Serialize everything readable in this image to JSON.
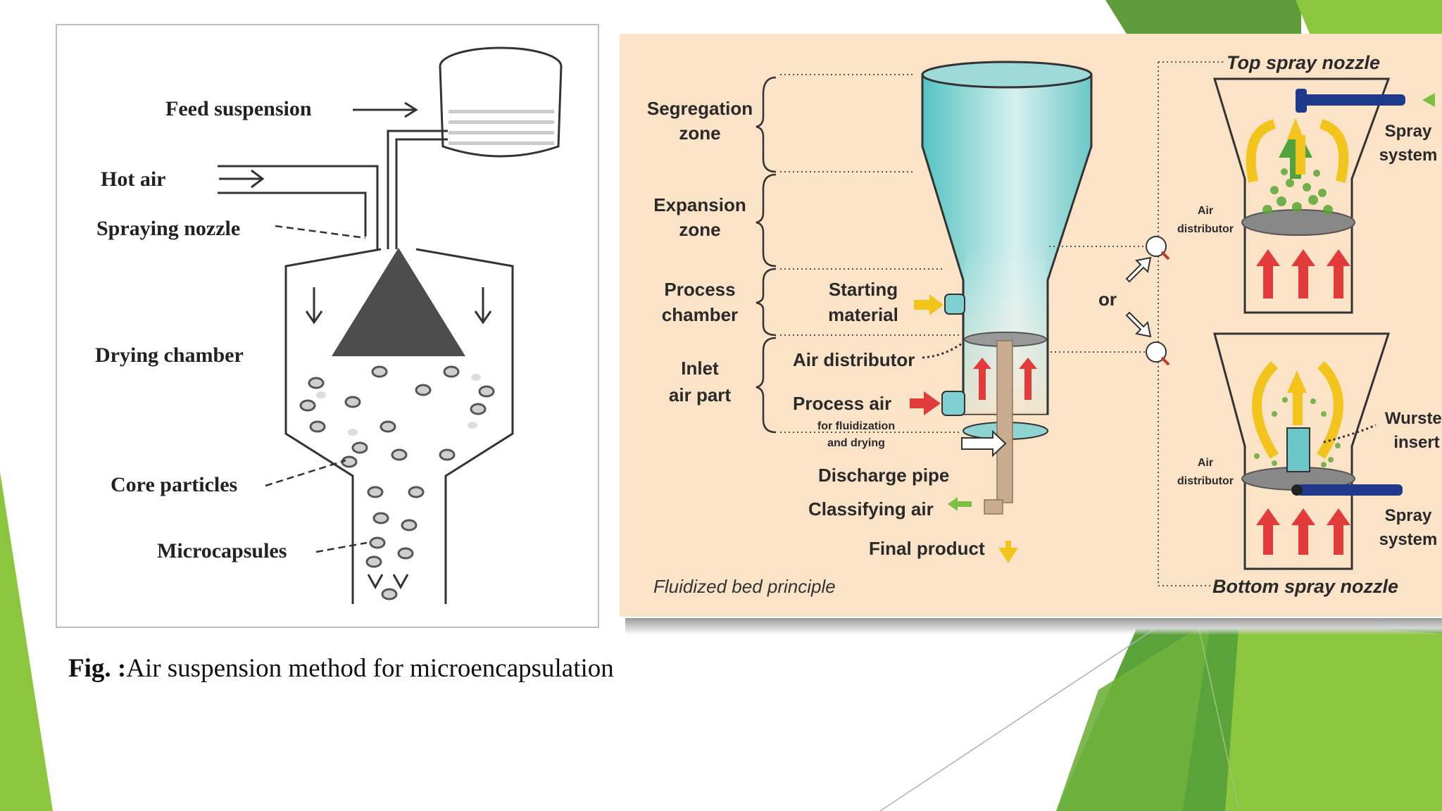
{
  "left_diagram": {
    "labels": {
      "feed_suspension": "Feed suspension",
      "hot_air": "Hot air",
      "spraying_nozzle": "Spraying nozzle",
      "drying_chamber": "Drying chamber",
      "core_particles": "Core particles",
      "microcapsules": "Microcapsules"
    }
  },
  "right_diagram": {
    "zones": {
      "segregation_1": "Segregation",
      "segregation_2": "zone",
      "expansion_1": "Expansion",
      "expansion_2": "zone",
      "process_chamber_1": "Process",
      "process_chamber_2": "chamber",
      "inlet_air_1": "Inlet",
      "inlet_air_2": "air part"
    },
    "parts": {
      "starting_material_1": "Starting",
      "starting_material_2": "material",
      "air_distributor": "Air distributor",
      "process_air": "Process air",
      "process_air_note_1": "for fluidization",
      "process_air_note_2": "and drying",
      "discharge_pipe": "Discharge pipe",
      "classifying_air": "Classifying air",
      "final_product": "Final product"
    },
    "principle_label": "Fluidized bed principle",
    "or_label": "or",
    "top_spray": {
      "title": "Top spray nozzle",
      "spray_system_1": "Spray",
      "spray_system_2": "system",
      "air_distributor_1": "Air",
      "air_distributor_2": "distributor"
    },
    "bottom_spray": {
      "title": "Bottom spray nozzle",
      "wurster_1": "Wurster",
      "wurster_2": "insert",
      "spray_system_1": "Spray",
      "spray_system_2": "system",
      "air_distributor_1": "Air",
      "air_distributor_2": "distributor"
    }
  },
  "caption": {
    "prefix": "Fig. :",
    "text": "Air suspension method for microencapsulation"
  },
  "colors": {
    "theme_green_light": "#8cc63f",
    "theme_green_dark": "#5a9a32",
    "panel_bg": "#fbe3c8",
    "vessel_teal": "#7fd0d0",
    "arrow_red": "#e23b3b",
    "arrow_yellow": "#f3c51c"
  }
}
